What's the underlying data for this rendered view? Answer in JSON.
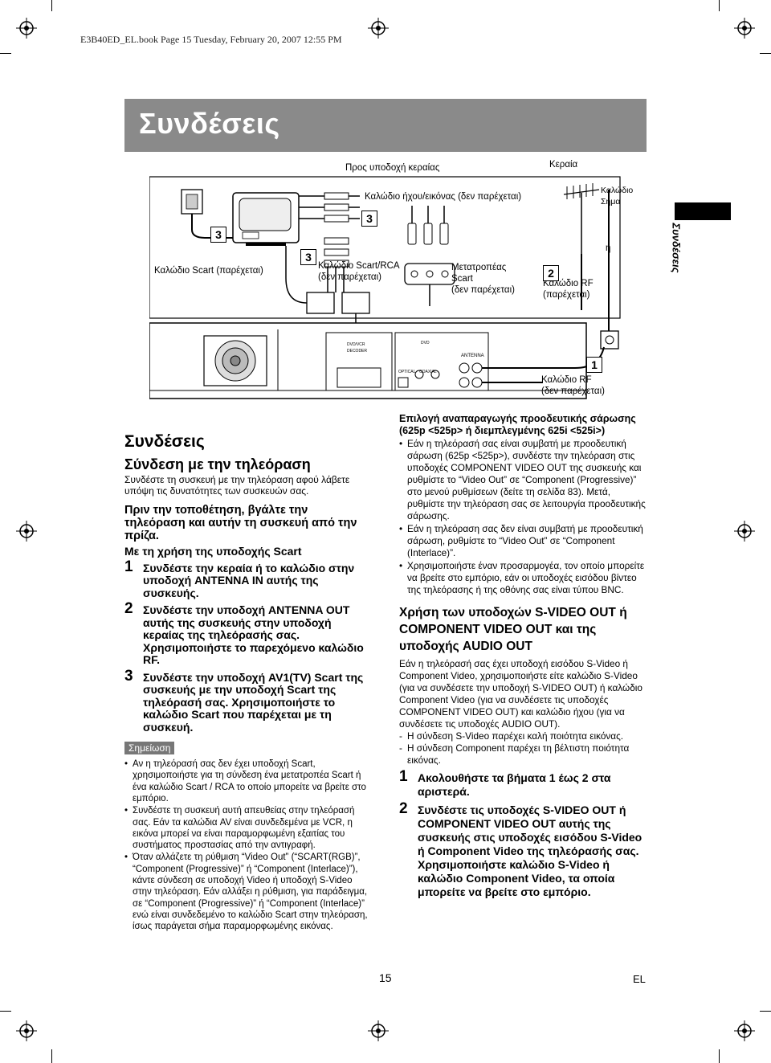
{
  "header": {
    "book_line": "E3B40ED_EL.book  Page 15  Tuesday, February 20, 2007  12:55 PM"
  },
  "page_title": "Συνδέσεις",
  "side_tab": {
    "label": "Συνδέσεις"
  },
  "diagram": {
    "labels": {
      "antenna_input": "Προς υποδοχή κεραίας",
      "antenna": "Κεραία",
      "signal_cable": "Καλώδιο\nΣήμα",
      "av_cable": "Καλώδιο ήχου/εικόνας (δεν παρέχεται)",
      "or": "ή",
      "scart_cable": "Καλώδιο Scart (παρέχεται)",
      "scart_rca_cable": "Καλώδιο Scart/RCA\n(δεν παρέχεται)",
      "scart_converter": "Μετατροπέας\nScart\n(δεν παρέχεται)",
      "rf_cable_2": "Καλώδιο RF\n(παρέχεται)",
      "rf_cable_1": "Καλώδιο RF\n(δεν παρέχεται)"
    },
    "step_marks": {
      "s1": "1",
      "s2": "2",
      "s3": "3"
    },
    "panel_labels": {
      "dvd_vcr": "DVD/VCR",
      "decoder": "DECODER",
      "dvd": "DVD",
      "optical": "OPTICAL",
      "coaxial": "COAXIAL",
      "antenna": "ANTENNA"
    }
  },
  "left": {
    "section_title": "Συνδέσεις",
    "sub_title": "Σύνδεση με την τηλεόραση",
    "intro": "Συνδέστε τη συσκευή με την τηλεόραση αφού λάβετε υπόψη τις δυνατότητες των συσκευών σας.",
    "warning": "Πριν την τοποθέτηση, βγάλτε την τηλεόραση και αυτήν τη συσκευή από την πρίζα.",
    "scart_heading": "Με τη χρήση της υποδοχής Scart",
    "steps": [
      {
        "num": "1",
        "text": "Συνδέστε την κεραία ή το καλώδιο στην υποδοχή ANTENNA IN αυτής της συσκευής."
      },
      {
        "num": "2",
        "text": "Συνδέστε την υποδοχή ANTENNA OUT αυτής της συσκευής στην υποδοχή κεραίας της τηλεόρασής σας. Χρησιμοποιήστε το παρεχόμενο καλώδιο RF."
      },
      {
        "num": "3",
        "text": "Συνδέστε την υποδοχή AV1(TV) Scart της συσκευής με την υποδοχή Scart της τηλεόρασή σας. Χρησιμοποιήστε το καλώδιο Scart που παρέχεται με τη συσκευή."
      }
    ],
    "note_label": "Σημείωση",
    "notes": [
      "Αν η τηλεόρασή σας δεν έχει υποδοχή Scart, χρησιμοποιήστε για τη σύνδεση ένα μετατροπέα Scart ή ένα καλώδιο Scart / RCA το οποίο μπορείτε να βρείτε στο εμπόριο.",
      "Συνδέστε τη συσκευή αυτή απευθείας στην τηλεόρασή σας. Εάν τα καλώδια AV είναι συνδεδεμένα με VCR, η εικόνα μπορεί να είναι παραμορφωμένη εξαιτίας του συστήματος προστασίας από την αντιγραφή.",
      "Όταν αλλάζετε τη ρύθμιση “Video Out” (“SCART(RGB)”, “Component (Progressive)” ή “Component (Interlace)”), κάντε σύνδεση σε υποδοχή Video ή υποδοχή S-Video στην τηλεόραση. Εάν αλλάξει η ρύθμιση, για παράδειγμα, σε “Component (Progressive)” ή “Component (Interlace)” ενώ είναι συνδεδεμένο το καλώδιο Scart στην τηλεόραση, ίσως παράγεται σήμα παραμορφωμένης εικόνας."
    ]
  },
  "right": {
    "progressive_heading": "Επιλογή αναπαραγωγής προοδευτικής σάρωσης (625p <525p> ή διεμπλεγμένης 625i <525i>)",
    "progressive_bullets": [
      "Εάν η τηλεόρασή σας είναι συμβατή με προοδευτική σάρωση (625p <525p>), συνδέστε την τηλεόραση στις υποδοχές COMPONENT VIDEO OUT της συσκευής και ρυθμίστε το “Video Out” σε “Component (Progressive)” στο μενού ρυθμίσεων (δείτε τη σελίδα 83). Μετά, ρυθμίστε την τηλεόραση σας σε λειτουργία προοδευτικής σάρωσης.",
      "Εάν η τηλεόραση σας δεν είναι συμβατή με προοδευτική σάρωση, ρυθμίστε το “Video Out” σε “Component (Interlace)”.",
      "Χρησιμοποιήστε έναν προσαρμογέα, τον οποίο μπορείτε να βρείτε στο εμπόριο, εάν οι υποδοχές εισόδου βίντεο της τηλεόρασης ή της οθόνης σας είναι τύπου BNC."
    ],
    "svideo_heading": "Χρήση των υποδοχών S-VIDEO OUT ή COMPONENT VIDEO OUT και της υποδοχής AUDIO OUT",
    "svideo_text": "Εάν η τηλεόρασή σας έχει υποδοχή εισόδου S-Video ή Component Video, χρησιμοποιήστε είτε καλώδιο S-Video (για να συνδέσετε την υποδοχή S-VIDEO OUT) ή καλώδιο Component Video (για να συνδέσετε τις υποδοχές COMPONENT VIDEO OUT) και καλώδιο ήχου (για να συνδέσετε τις υποδοχές AUDIO OUT).",
    "dashes": [
      "Η σύνδεση S-Video παρέχει καλή ποιότητα εικόνας.",
      "Η σύνδεση Component παρέχει τη βέλτιστη ποιότητα εικόνας."
    ],
    "steps": [
      {
        "num": "1",
        "text": "Ακολουθήστε τα βήματα 1 έως 2 στα αριστερά."
      },
      {
        "num": "2",
        "text": "Συνδέστε τις υποδοχές S-VIDEO OUT ή COMPONENT VIDEO OUT αυτής της συσκευής στις υποδοχές εισόδου S-Video ή Component Video της τηλεόρασής σας. Χρησιμοποιήστε καλώδιο S-Video ή καλώδιο Component Video, τα οποία μπορείτε να βρείτε στο εμπόριο."
      }
    ]
  },
  "footer": {
    "page_number": "15",
    "lang": "EL"
  }
}
